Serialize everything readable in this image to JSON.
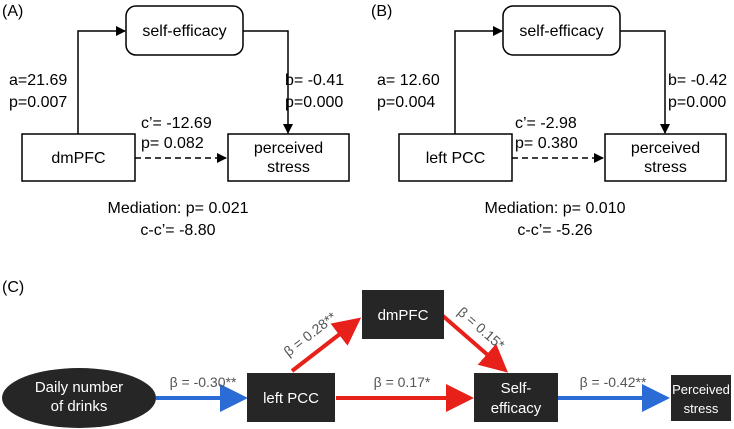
{
  "panel_a": {
    "tag": "(A)",
    "mediator": "self-efficacy",
    "predictor": "dmPFC",
    "outcome_line1": "perceived",
    "outcome_line2": "stress",
    "a_coef": "a=21.69",
    "a_p": "p=0.007",
    "b_coef": "b= -0.41",
    "b_p": "p=0.000",
    "c_coef": "c’= -12.69",
    "c_p": "p= 0.082",
    "mediation": "Mediation: p= 0.021",
    "indirect": "c-c’= -8.80"
  },
  "panel_b": {
    "tag": "(B)",
    "mediator": "self-efficacy",
    "predictor": "left PCC",
    "outcome_line1": "perceived",
    "outcome_line2": "stress",
    "a_coef": "a= 12.60",
    "a_p": "p=0.004",
    "b_coef": "b= -0.42",
    "b_p": "p=0.000",
    "c_coef": "c’= -2.98",
    "c_p": "p= 0.380",
    "mediation": "Mediation: p= 0.010",
    "indirect": "c-c’= -5.26"
  },
  "panel_c": {
    "tag": "(C)",
    "nodes": {
      "drinks_line1": "Daily number",
      "drinks_line2": "of drinks",
      "pcc": "left PCC",
      "dmpfc": "dmPFC",
      "self_line1": "Self-",
      "self_line2": "efficacy",
      "stress_line1": "Perceived",
      "stress_line2": "stress"
    },
    "paths": {
      "drinks_pcc": "β = -0.30**",
      "pcc_dmpfc": "β = 0.28**",
      "dmpfc_self": "β = 0.15*",
      "pcc_self": "β = 0.17*",
      "self_stress": "β = -0.42**"
    },
    "colors": {
      "negative_path": "#2a6bd6",
      "positive_path": "#e8201a",
      "node_fill": "#262626"
    }
  }
}
